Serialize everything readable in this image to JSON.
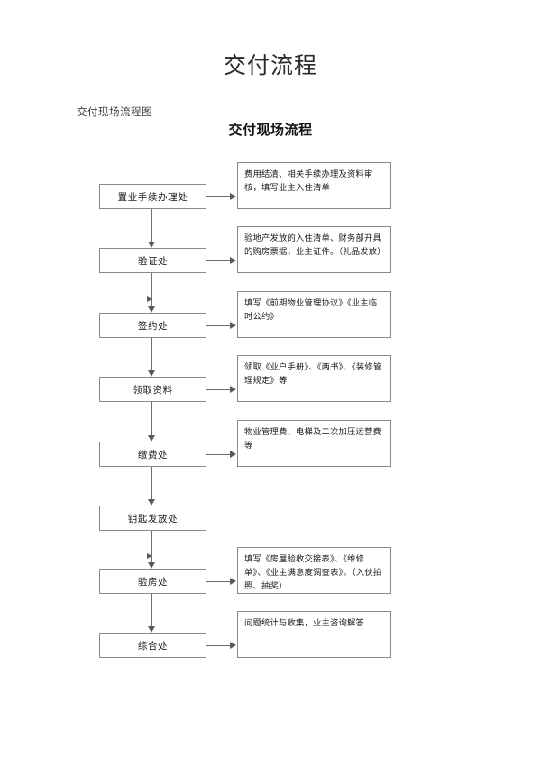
{
  "document": {
    "title": "交付流程",
    "section_label": "交付现场流程图",
    "section_heading": "交付现场流程"
  },
  "flowchart": {
    "type": "vertical-process-flow",
    "orientation": "top-to-bottom",
    "steps": [
      {
        "id": "step-1",
        "node": "置业手续办理处",
        "description": "费用结清、相关手续办理及资料审核，填写业主入住清单",
        "has_description": true
      },
      {
        "id": "step-2",
        "node": "验证处",
        "description": "验地产发放的入住清单、财务部开具的购房票据，业主证件。（礼品发放）",
        "has_description": true
      },
      {
        "id": "step-3",
        "node": "签约处",
        "description": "填写《前期物业管理协议》《业主临时公约》",
        "has_description": true
      },
      {
        "id": "step-4",
        "node": "领取资料",
        "description": "领取《业户手册》、《两书》、《装修管理规定》等",
        "has_description": true
      },
      {
        "id": "step-5",
        "node": "缴费处",
        "description": "物业管理费、电梯及二次加压运营费等",
        "has_description": true
      },
      {
        "id": "step-6",
        "node": "钥匙发放处",
        "description": "",
        "has_description": false
      },
      {
        "id": "step-7",
        "node": "验房处",
        "description": "填写《房屋验收交接表》、《维修单》、《业主满意度调查表》。（入伙拍照、抽奖）",
        "has_description": true
      },
      {
        "id": "step-8",
        "node": "综合处",
        "description": "问题统计与收集，业主咨询解答",
        "has_description": true
      }
    ]
  },
  "style": {
    "page_background": "#ffffff",
    "box_border": "#8a8a8a",
    "connector": "#6f6f6f",
    "arrow": "#5a5a5a",
    "text": "#1a1a1a"
  }
}
